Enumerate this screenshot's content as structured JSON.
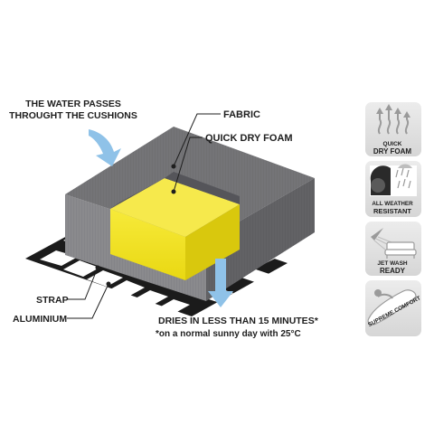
{
  "annotations": {
    "water_line1": "THE WATER PASSES",
    "water_line2": "THROUGHT THE CUSHIONS",
    "fabric": "FABRIC",
    "quick_dry_foam": "QUICK DRY FOAM",
    "strap": "STRAP",
    "aluminium": "ALUMINIUM",
    "dries_line1": "DRIES IN LESS THAN 15 MINUTES*",
    "dries_line2": "*on a normal sunny day with 25°C"
  },
  "badges": [
    {
      "line1": "QUICK",
      "line2": "DRY FOAM",
      "icon": "steam-arrows-icon"
    },
    {
      "line1": "ALL WEATHER",
      "line2": "RESISTANT",
      "icon": "weather-icon"
    },
    {
      "line1": "JET WASH",
      "line2": "READY",
      "icon": "jet-wash-icon"
    },
    {
      "line1": "SUPREME COMFORT",
      "line2": "",
      "icon": "cushion-icon"
    }
  ],
  "colors": {
    "fabric_top": "#6f6f72",
    "fabric_left": "#8a8a8d",
    "fabric_right": "#5e5e61",
    "foam_front": "#f2e21c",
    "foam_side": "#d8c90f",
    "foam_top": "#fbf07a",
    "arrow_blue": "#8fc2e8",
    "frame_black": "#1b1b1b",
    "badge_bg": "#e1e1e1",
    "text_dark": "#1e1e1e"
  }
}
